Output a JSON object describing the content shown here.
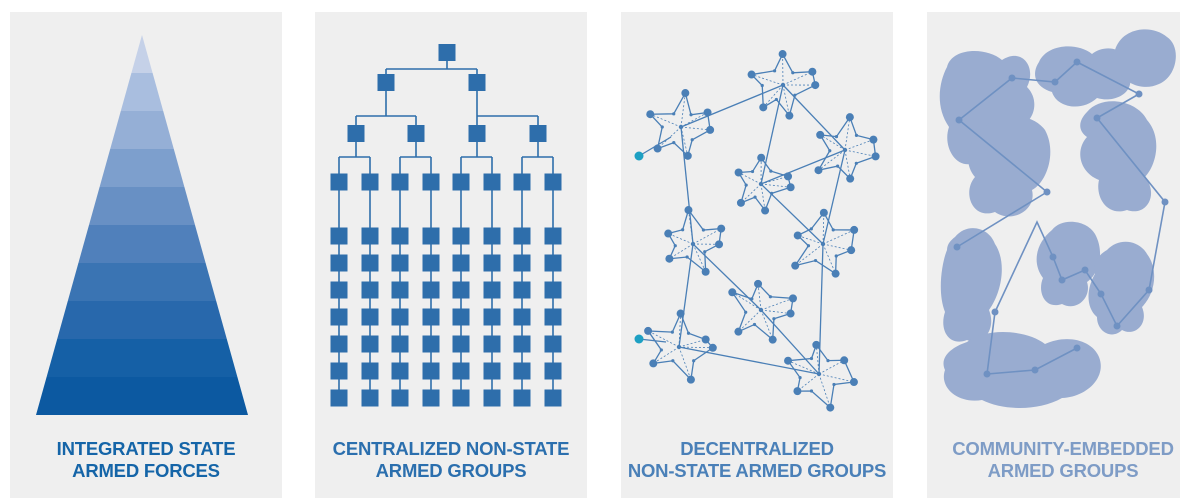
{
  "panels": [
    {
      "id": "integrated",
      "line1": "INTEGRATED STATE",
      "line2": "ARMED FORCES",
      "color": "#1565a8"
    },
    {
      "id": "centralized",
      "line1": "CENTRALIZED NON-STATE",
      "line2": "ARMED GROUPS",
      "color": "#2b6fae"
    },
    {
      "id": "decentralized",
      "line1": "DECENTRALIZED",
      "line2": "NON-STATE ARMED GROUPS",
      "color": "#4a80b8"
    },
    {
      "id": "community",
      "line1": "COMMUNITY-EMBEDDED",
      "line2": "ARMED GROUPS",
      "color": "#7e9cc6"
    }
  ],
  "colors": {
    "panel_bg": "#efefef",
    "pyramid_gradient": [
      "#c5d1e8",
      "#a9bedf",
      "#95afd6",
      "#7d9fcd",
      "#6890c4",
      "#5080bb",
      "#3a74b3",
      "#2868ac",
      "#1560a6",
      "#0c59a1"
    ],
    "square": "#2e6eab",
    "network": "#4a7fb6",
    "highlight": "#1da0c3",
    "blob": "#99acd0"
  }
}
